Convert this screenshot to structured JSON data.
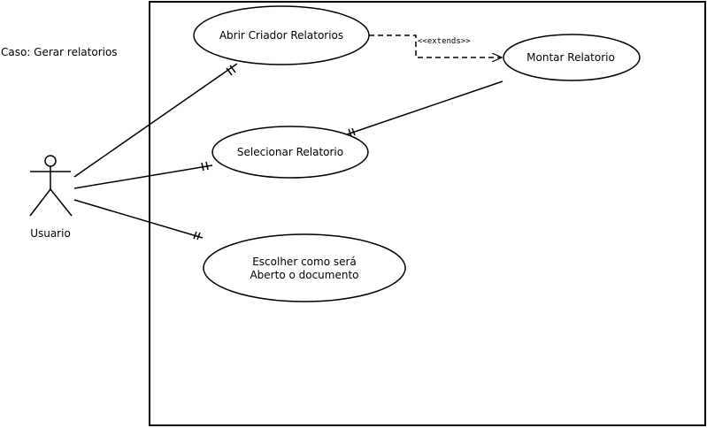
{
  "diagram": {
    "type": "uml-use-case",
    "title": "Caso: Gerar relatorios",
    "actor": {
      "name": "Usuario"
    },
    "use_cases": {
      "abrir_criador": "Abrir Criador Relatorios",
      "selecionar": "Selecionar Relatorio",
      "escolher_line1": "Escolher como será",
      "escolher_line2": "Aberto o documento",
      "montar": "Montar Relatorio"
    },
    "relations": {
      "extends_label": "<<extends>>"
    }
  }
}
